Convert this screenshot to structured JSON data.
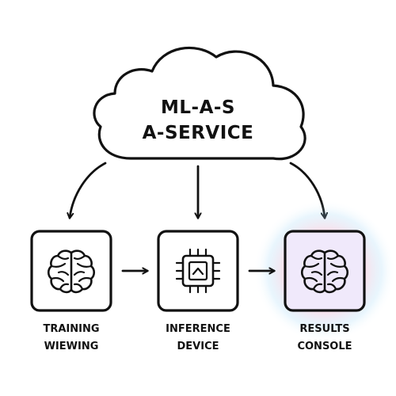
{
  "cloud": {
    "line1": "ML-A-S",
    "line2": "A-SERVICE"
  },
  "nodes": [
    {
      "line1": "TRAINING",
      "line2": "WIEWING",
      "icon": "brain-icon"
    },
    {
      "line1": "INFERENCE",
      "line2": "DEVICE",
      "icon": "chip-icon"
    },
    {
      "line1": "RESULTS",
      "line2": "CONSOLE",
      "icon": "brain-icon",
      "glow": [
        "#f4a5c4",
        "#b9a4f2",
        "#8fd0f5"
      ]
    }
  ]
}
